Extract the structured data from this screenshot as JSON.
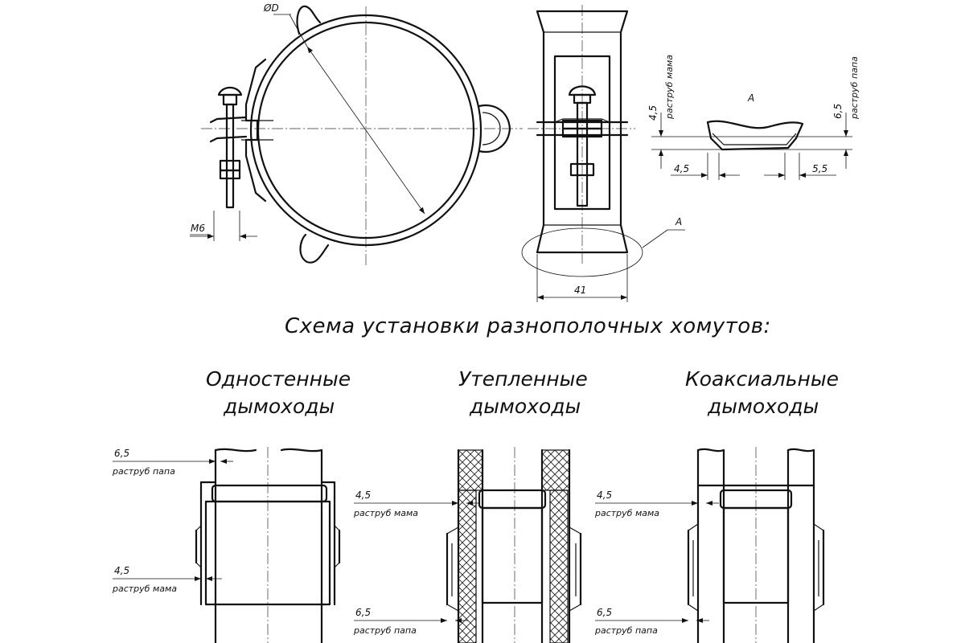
{
  "top_view": {
    "diameter_label": "ØD",
    "thread_label": "M6"
  },
  "side_view": {
    "width_label": "41",
    "detail_callout": "A"
  },
  "detail_a": {
    "title": "A",
    "left_height": "4,5",
    "left_note": "раструб мама",
    "right_height": "6,5",
    "right_note": "раструб папа",
    "left_width": "4,5",
    "right_width": "5,5"
  },
  "scheme_title": "Схема установки разнополочных хомутов:",
  "schemes": [
    {
      "caption_line1": "Одностенные",
      "caption_line2": "дымоходы",
      "top_dim": "6,5",
      "top_note": "раструб папа",
      "bottom_dim": "4,5",
      "bottom_note": "раструб мама"
    },
    {
      "caption_line1": "Утепленные",
      "caption_line2": "дымоходы",
      "top_dim": "4,5",
      "top_note": "раструб мама",
      "bottom_dim": "6,5",
      "bottom_note": "раструб папа"
    },
    {
      "caption_line1": "Коаксиальные",
      "caption_line2": "дымоходы",
      "top_dim": "4,5",
      "top_note": "раструб мама",
      "bottom_dim": "6,5",
      "bottom_note": "раструб папа"
    }
  ]
}
